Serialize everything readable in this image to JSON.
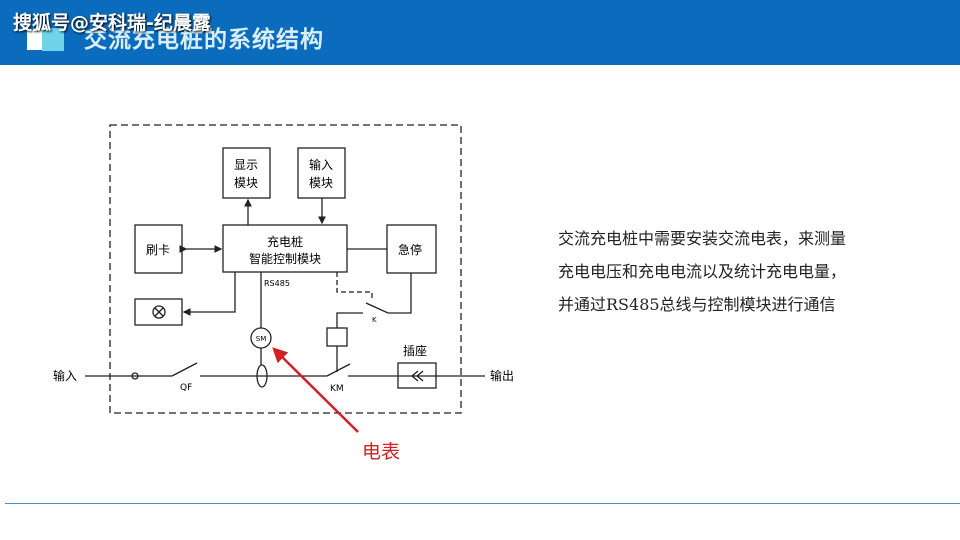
{
  "header": {
    "title": "交流充电桩的系统结构",
    "watermark": "搜狐号@安科瑞-纪晨露"
  },
  "diagram": {
    "display_module": [
      "显示",
      "模块"
    ],
    "input_module": [
      "输入",
      "模块"
    ],
    "card_reader": "刷卡",
    "controller": [
      "充电桩",
      "智能控制模块"
    ],
    "emergency_stop": "急停",
    "rs485": "RS485",
    "k_label": "K",
    "meter": "SM",
    "qf_label": "QF",
    "km_label": "KM",
    "socket": "插座",
    "input_label": "输入",
    "output_label": "输出",
    "annotation": "电表",
    "annotation_color": "#d42020"
  },
  "description": [
    "交流充电桩中需要安装交流电表，来测量",
    "充电电压和充电电流以及统计充电电量，",
    "并通过RS485总线与控制模块进行通信"
  ]
}
